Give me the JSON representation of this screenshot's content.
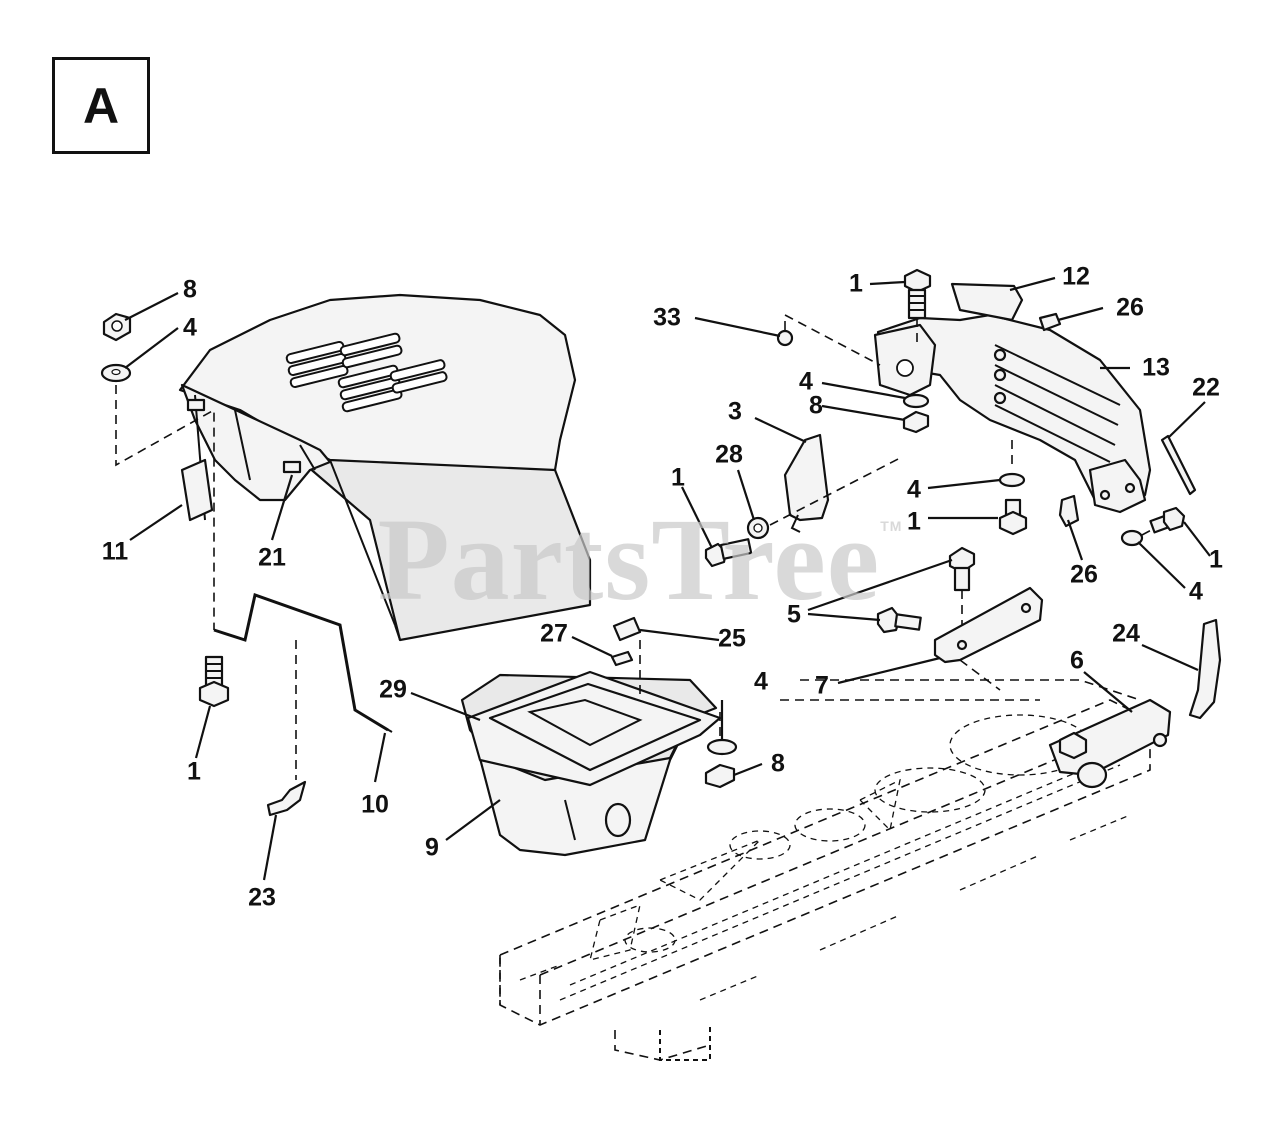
{
  "section_label": "A",
  "watermark": {
    "text": "PartsTree",
    "mark": "TM"
  },
  "callouts": [
    "8",
    "4",
    "11",
    "21",
    "1",
    "10",
    "23",
    "33",
    "1",
    "12",
    "26",
    "13",
    "22",
    "4",
    "8",
    "3",
    "1",
    "28",
    "4",
    "1",
    "26",
    "1",
    "4",
    "5",
    "7",
    "27",
    "25",
    "29",
    "4",
    "8",
    "9",
    "6",
    "24"
  ]
}
